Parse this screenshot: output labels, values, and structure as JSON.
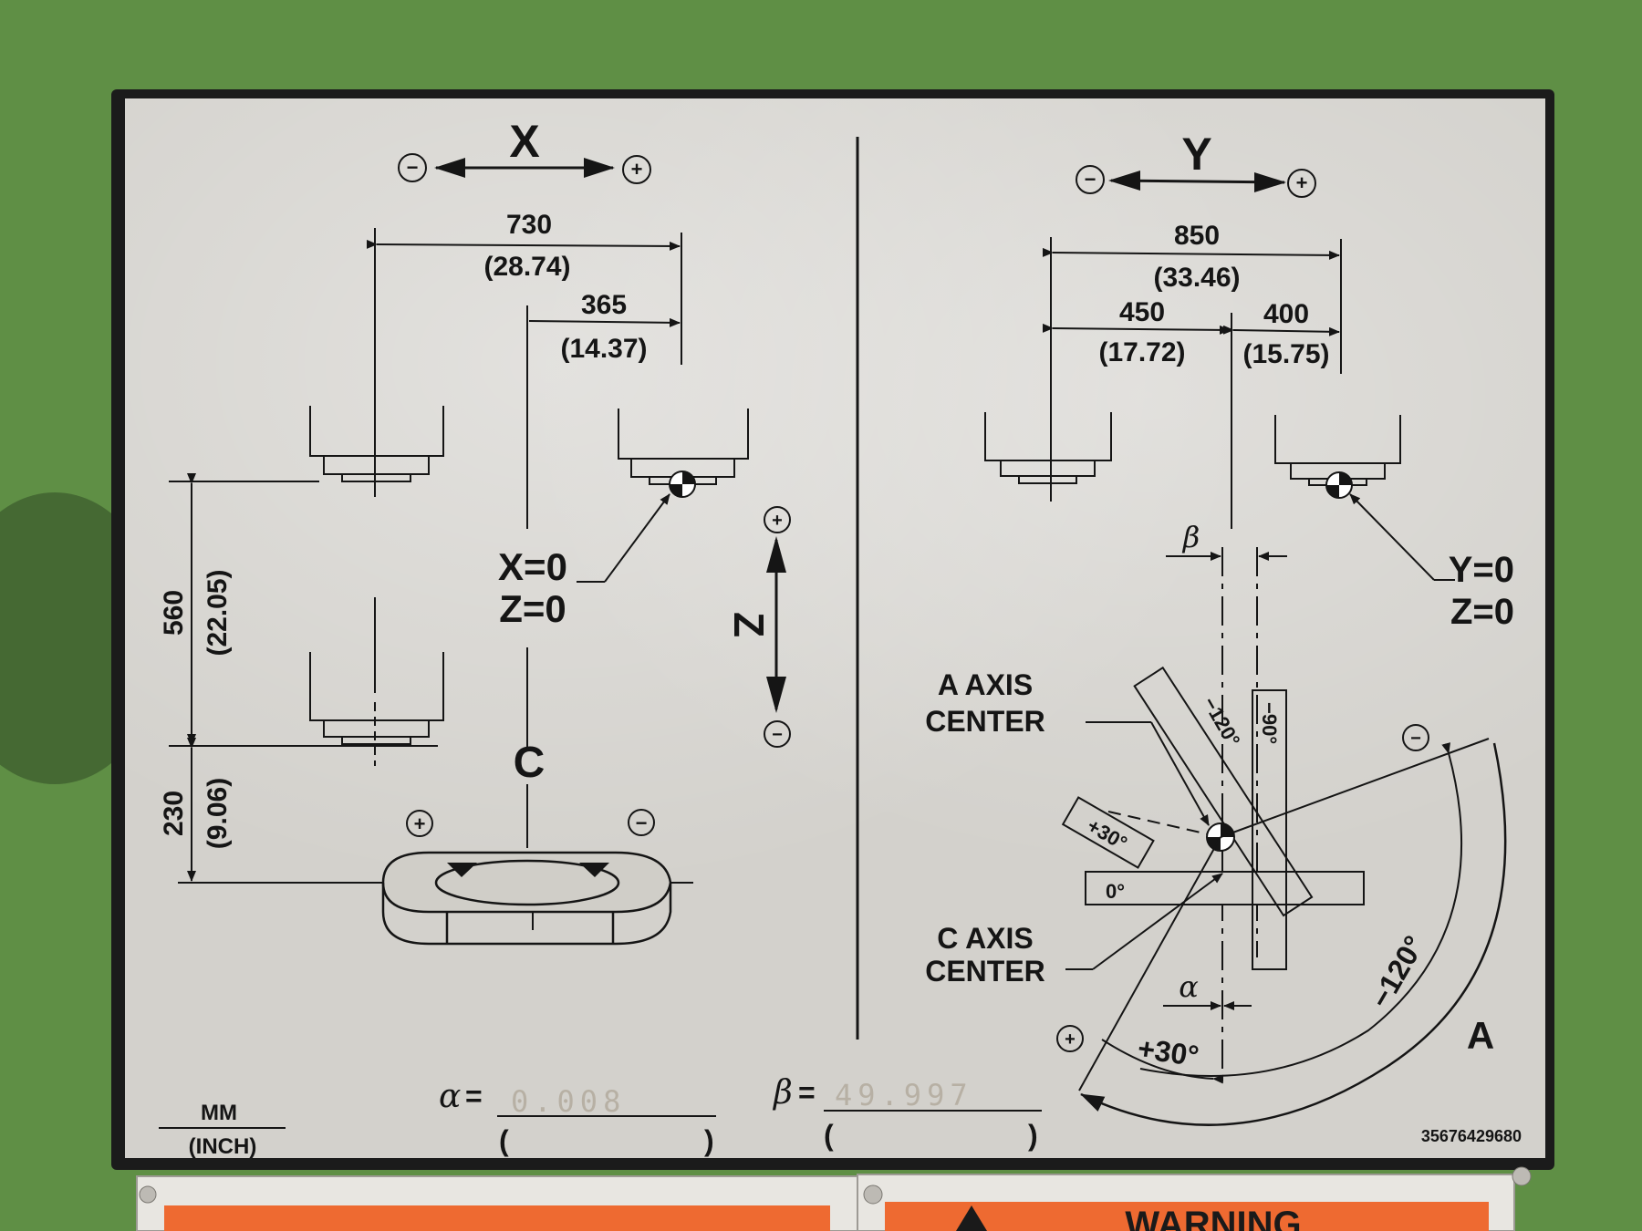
{
  "plate": {
    "x_axis": {
      "label": "X",
      "minus": "−",
      "plus": "+"
    },
    "y_axis": {
      "label": "Y",
      "minus": "−",
      "plus": "+"
    },
    "z_axis": {
      "label": "Z",
      "plus": "+",
      "minus": "−"
    },
    "c_axis": {
      "label": "C",
      "plus": "+",
      "minus": "−"
    },
    "a_axis": {
      "label": "A",
      "plus": "+",
      "minus": "−"
    },
    "x_travel": {
      "mm": "730",
      "inch": "(28.74)"
    },
    "x_half": {
      "mm": "365",
      "inch": "(14.37)"
    },
    "y_travel": {
      "mm": "850",
      "inch": "(33.46)"
    },
    "y_left": {
      "mm": "450",
      "inch": "(17.72)"
    },
    "y_right": {
      "mm": "400",
      "inch": "(15.75)"
    },
    "z_travel": {
      "mm": "560",
      "inch": "(22.05)"
    },
    "z_offset": {
      "mm": "230",
      "inch": "(9.06)"
    },
    "x_zero": {
      "line1": "X=0",
      "line2": "Z=0"
    },
    "y_zero": {
      "line1": "Y=0",
      "line2": "Z=0"
    },
    "a_center": {
      "line1": "A AXIS",
      "line2": "CENTER"
    },
    "c_center": {
      "line1": "C AXIS",
      "line2": "CENTER"
    },
    "angles": {
      "zero": "0°",
      "plus30_bar": "+30°",
      "minus120_bar": "−120°",
      "minus90_bar": "−90°",
      "plus30_arc": "+30°",
      "minus120_arc": "−120°"
    },
    "alpha": {
      "symbol": "α",
      "value": "0.008",
      "paren_open": "(",
      "paren_close": ")"
    },
    "beta": {
      "symbol": "β",
      "value": "49.997",
      "paren_open": "(",
      "paren_close": ")"
    },
    "units": {
      "top": "MM",
      "bottom": "(INCH)"
    },
    "serial": "35676429680"
  },
  "warning_label": {
    "text": "WARNING"
  },
  "colors": {
    "plate": "#d3d1cc",
    "frame": "#1b1b1b",
    "machine": "#5f8f45",
    "warning": "#ee6a31"
  }
}
